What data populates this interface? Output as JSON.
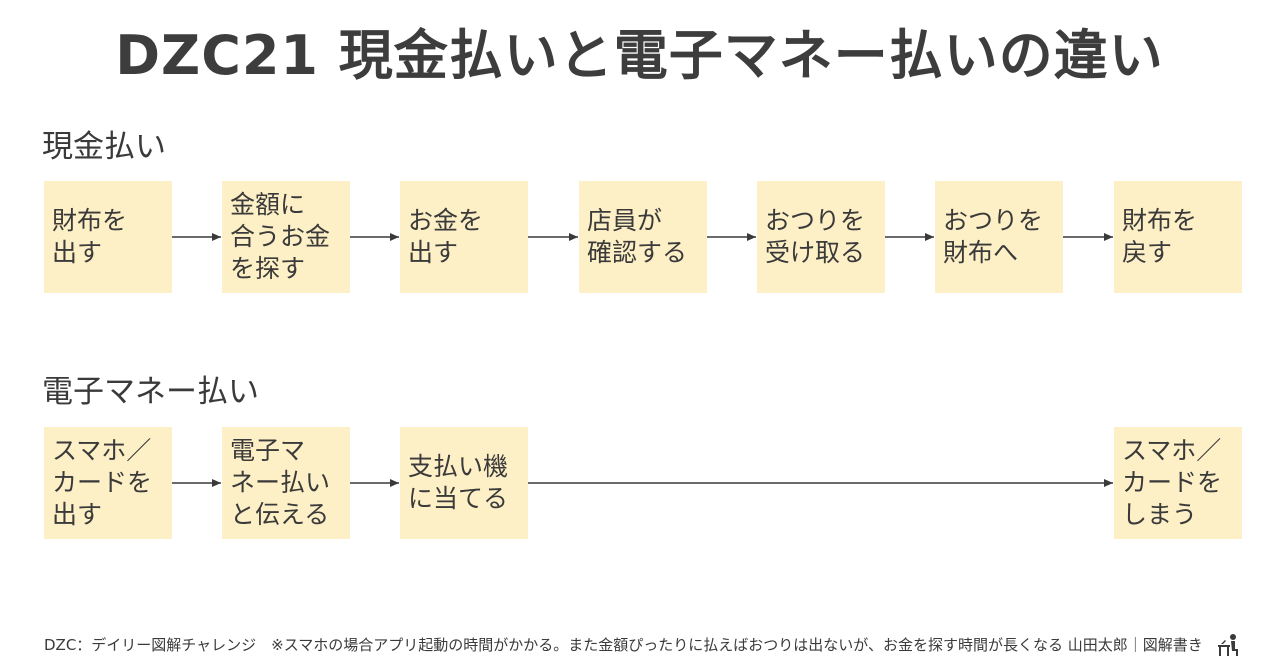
{
  "title": "DZC21 現金払いと電子マネー払いの違い",
  "cash": {
    "label": "現金払い",
    "steps": [
      "財布を\n出す",
      "金額に\n合うお金\nを探す",
      "お金を\n出す",
      "店員が\n確認する",
      "おつりを\n受け取る",
      "おつりを\n財布へ",
      "財布を\n戻す"
    ]
  },
  "emoney": {
    "label": "電子マネー払い",
    "steps": [
      "スマホ／\nカードを\n出す",
      "電子マ\nネー払い\nと伝える",
      "支払い機\nに当てる",
      "スマホ／\nカードを\nしまう"
    ]
  },
  "footer": {
    "note": "DZC：デイリー図解チャレンジ　※スマホの場合アプリ起動の時間がかかる。また金額ぴったりに払えばおつりは出ないが、お金を探す時間が長くなる 山田太郎｜図解書き",
    "icon": "person-at-desk-icon"
  },
  "colors": {
    "box_fill": "#fdefc6",
    "text": "#3a3a3a",
    "arrow": "#3a3a3a"
  }
}
